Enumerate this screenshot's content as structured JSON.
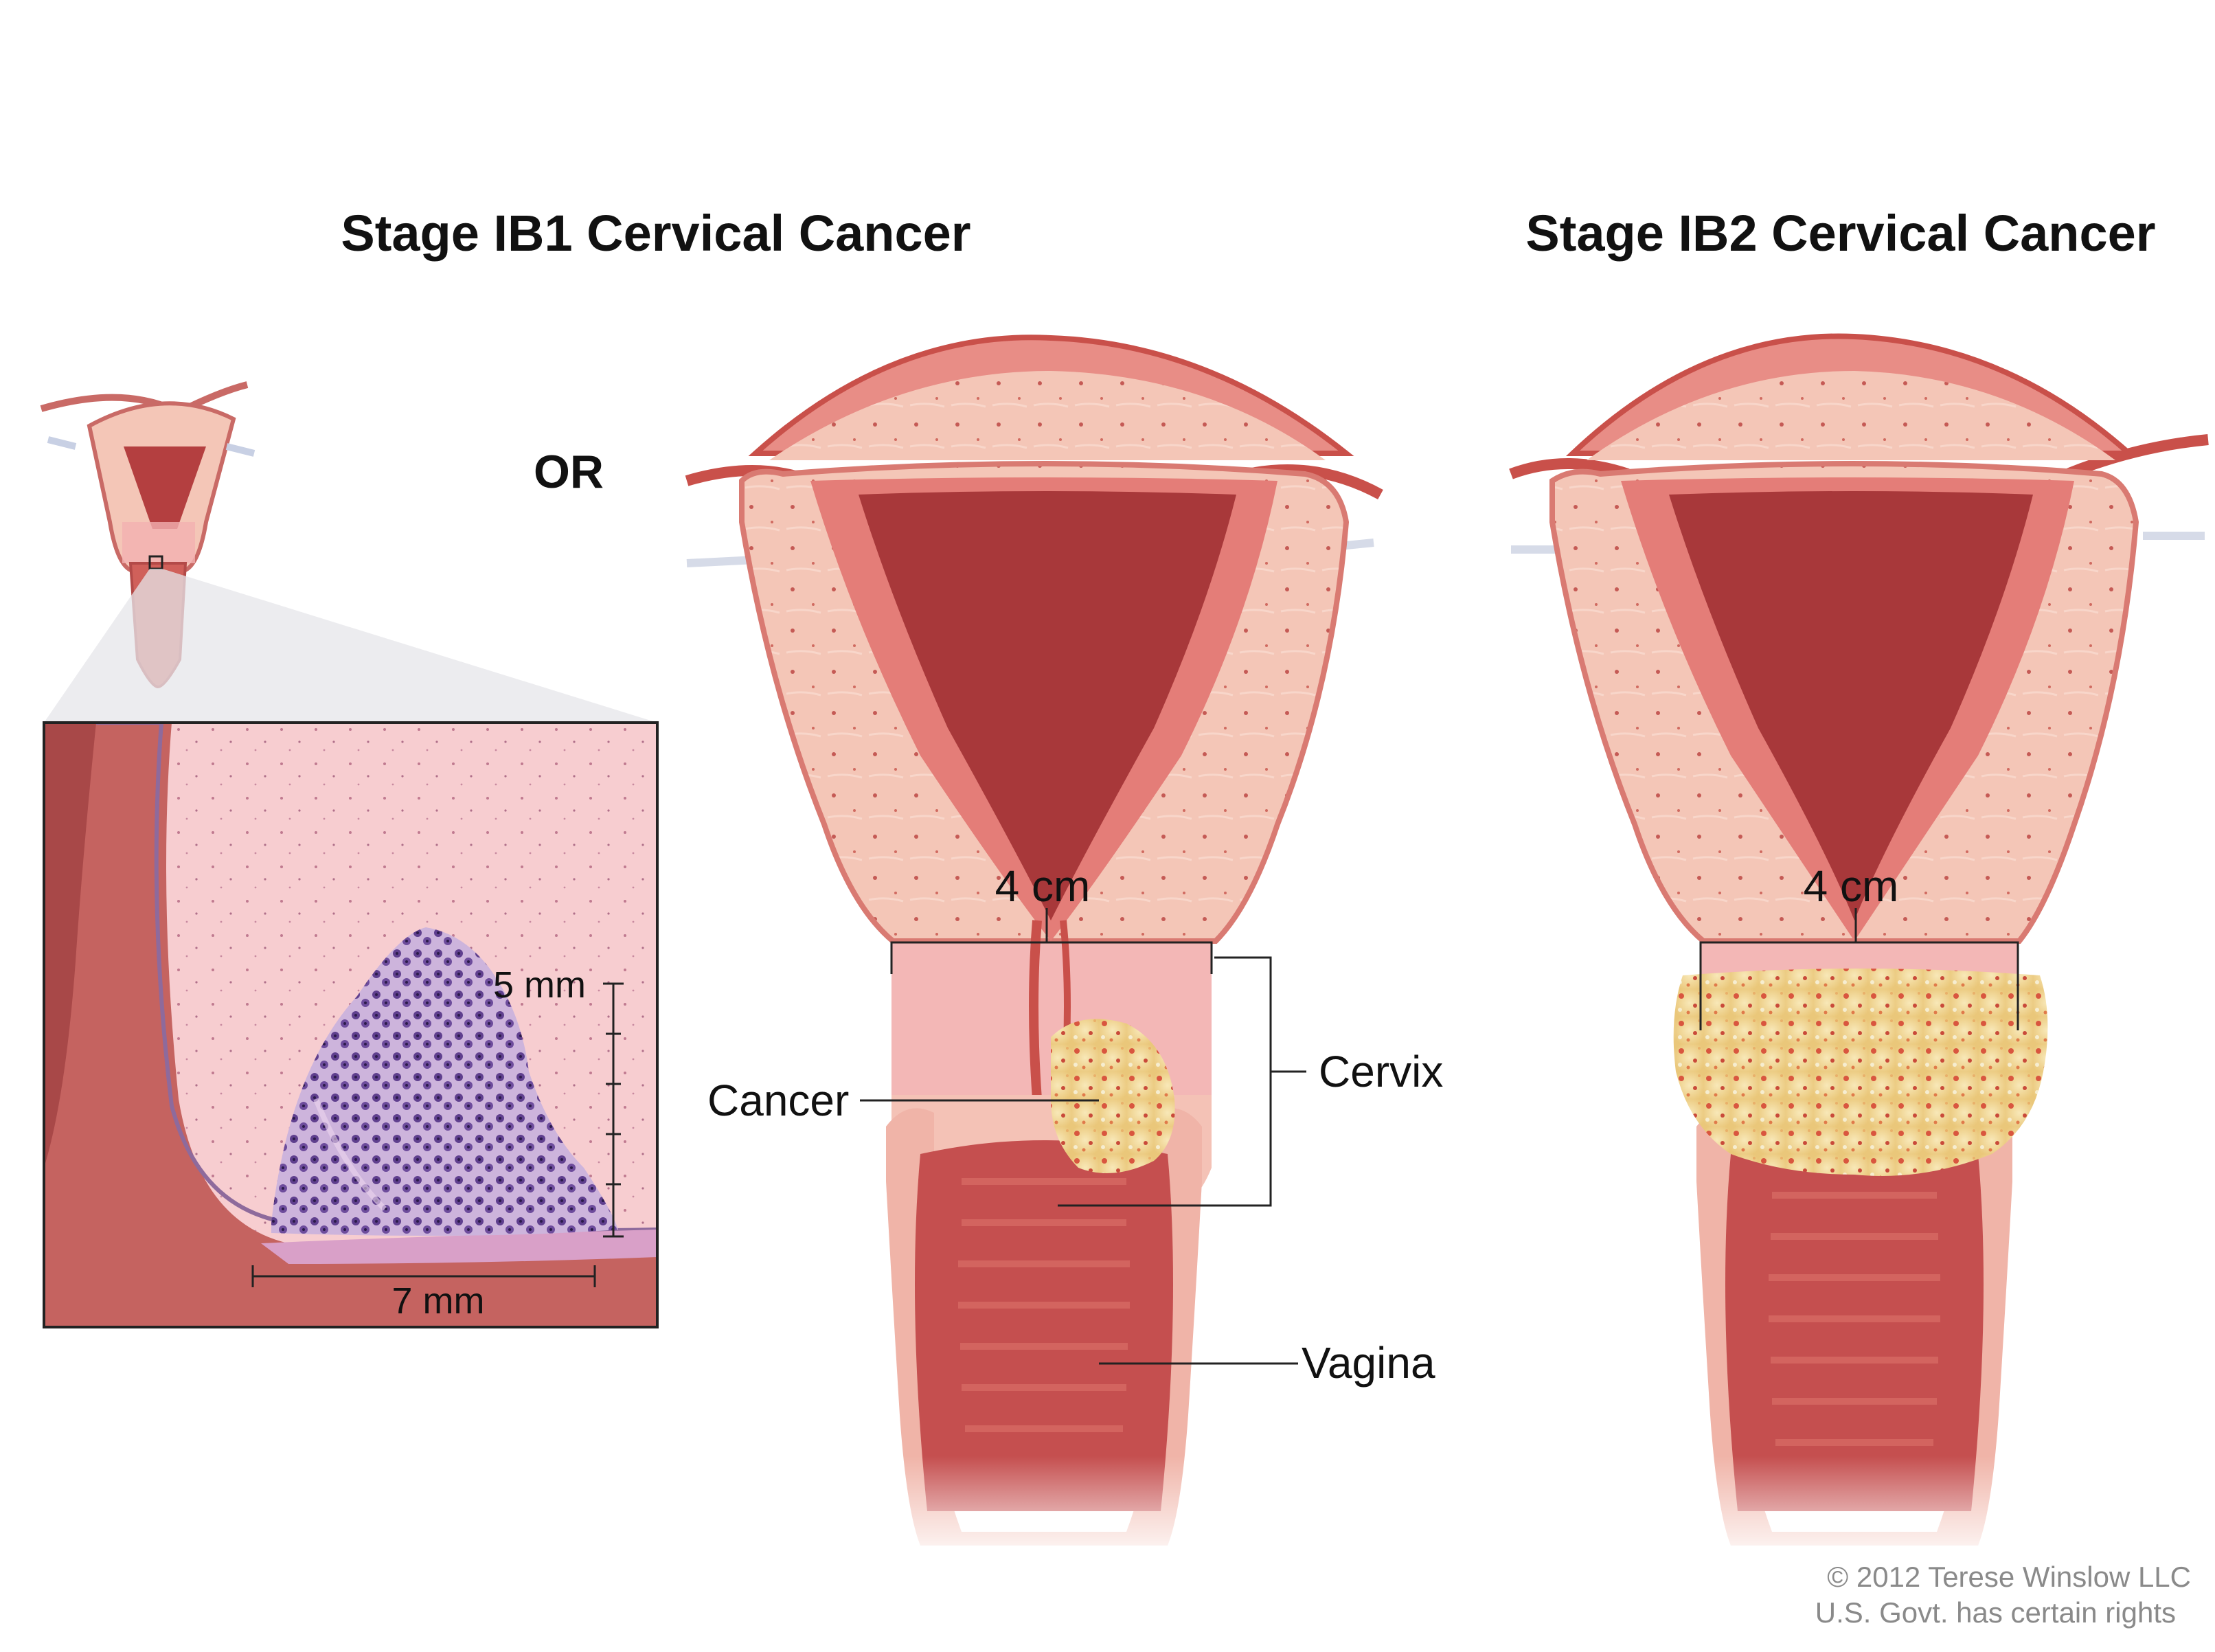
{
  "titles": {
    "left": "Stage IB1 Cervical Cancer",
    "right": "Stage IB2 Cervical Cancer"
  },
  "or_label": "OR",
  "inset": {
    "width_label": "7 mm",
    "depth_label": "5 mm"
  },
  "ib1": {
    "size_label": "4 cm",
    "cancer_label": "Cancer",
    "cervix_label": "Cervix",
    "vagina_label": "Vagina"
  },
  "ib2": {
    "size_label": "4 cm"
  },
  "copyright": {
    "line1": "© 2012 Terese Winslow LLC",
    "line2": "U.S. Govt. has certain rights"
  },
  "colors": {
    "tissue_light": "#f3c3b3",
    "tissue_pink": "#f0a8a0",
    "muscle_red": "#c9504a",
    "cavity_red": "#a8383a",
    "cancer_yellow": "#f4dfa0",
    "cancer_cells": "#7b5ea8",
    "inset_background": "#f7c9cc"
  }
}
